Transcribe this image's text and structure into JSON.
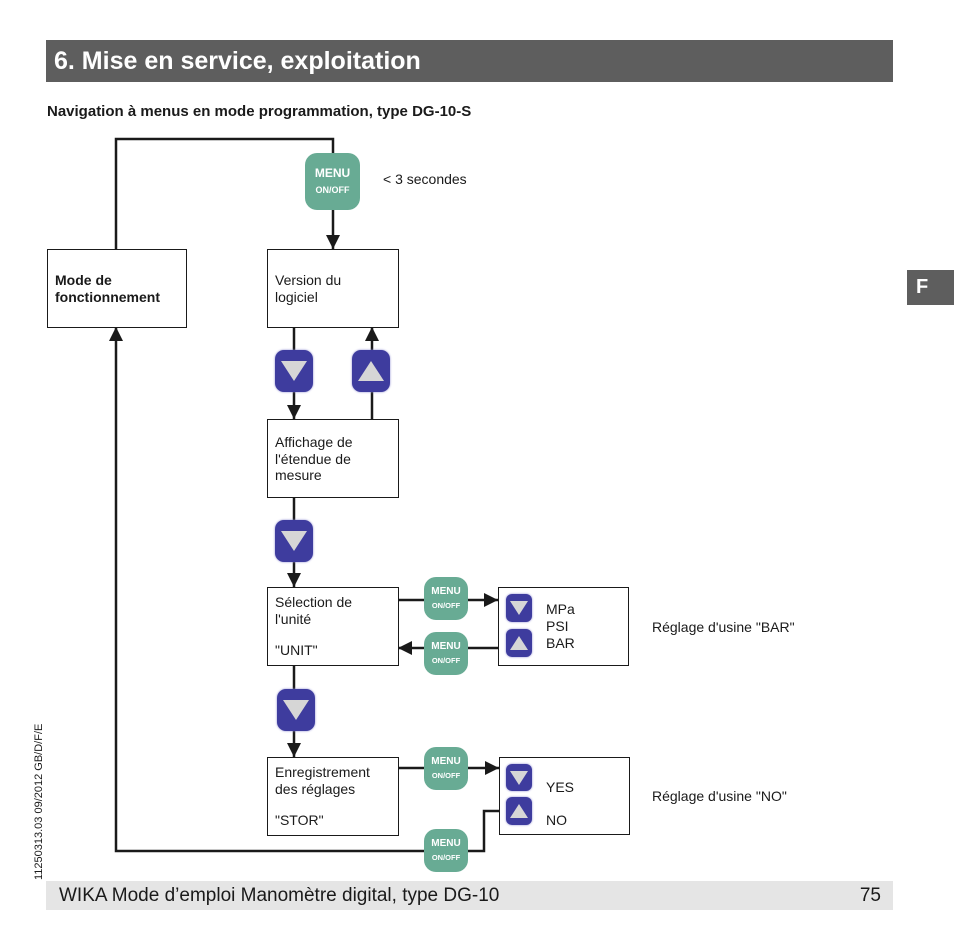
{
  "header": {
    "title": "6. Mise en service, exploitation"
  },
  "subtitle": "Navigation à menus en mode programmation, type DG-10-S",
  "side_tab": "F",
  "side_code": "11250313.03 09/2012 GB/D/F/E",
  "footer": {
    "text": "WIKA Mode d’emploi Manomètre digital, type DG-10",
    "page": "75"
  },
  "menu_button": {
    "line1": "MENU",
    "line2": "ON/OFF"
  },
  "diagram": {
    "hold_note": "< 3 secondes",
    "mode_box": [
      "Mode de",
      "fonctionnement"
    ],
    "version_box": [
      "Version du",
      "logiciel"
    ],
    "range_box": [
      "Affichage de",
      "l'étendue de",
      "mesure"
    ],
    "unit_box": [
      "Sélection de",
      "l'unité",
      "\"UNIT\""
    ],
    "store_box": [
      "Enregistrement",
      "des réglages",
      "\"STOR\""
    ],
    "unit_options": [
      "MPa",
      "PSI",
      "BAR"
    ],
    "store_options": [
      "YES",
      "NO"
    ],
    "unit_default": "Réglage d'usine \"BAR\"",
    "store_default": "Réglage d'usine \"NO\""
  },
  "colors": {
    "menu": "#68ab94",
    "nav": "#3e3c9e",
    "header": "#5e5e5e"
  }
}
